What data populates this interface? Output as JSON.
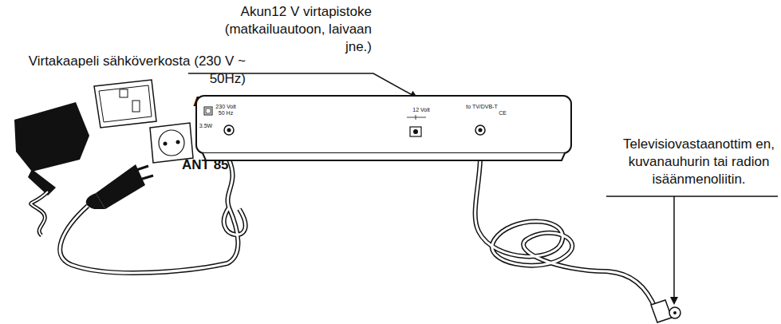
{
  "diagram": {
    "nodes": [
      {
        "text": [
          "230 Volt 50 Hz",
          "3.5W",
          "12 Volt",
          "to TV/DVB-T",
          "CE"
        ]
      }
    ],
    "labels": [
      "Akun12 V virtapistoke (matkailuautoon, laivaan jne.)",
      "Virtakaapeli sähköverkosta (230 V ~ 50Hz)",
      "ANT 85 U",
      "ANT 85",
      "Televisiovastaanottim en, kuvanauhurin tai radion isäänmenoliitin."
    ]
  }
}
